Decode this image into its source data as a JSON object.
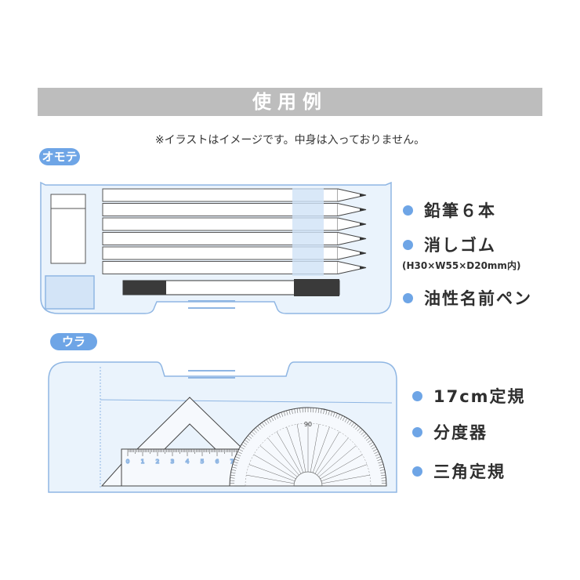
{
  "header": {
    "title": "使用例",
    "note": "※イラストはイメージです。中身は入っておりません。"
  },
  "front": {
    "badge": "オモテ",
    "items": [
      {
        "label": "鉛筆６本"
      },
      {
        "label": "消しゴム",
        "sub": "(H30×W55×D20mm内)"
      },
      {
        "label": "油性名前ペン"
      }
    ]
  },
  "back": {
    "badge": "ウラ",
    "items": [
      {
        "label": "17cm定規"
      },
      {
        "label": "分度器"
      },
      {
        "label": "三角定規"
      }
    ]
  },
  "ruler_numbers": [
    "0",
    "1",
    "2",
    "3",
    "4",
    "5",
    "6",
    "7"
  ],
  "protractor_label": "90",
  "colors": {
    "accent": "#6ea5e6",
    "case_fill": "#eaf3fc",
    "case_line": "#8fb6e3",
    "banner": "#bdbdbd"
  }
}
